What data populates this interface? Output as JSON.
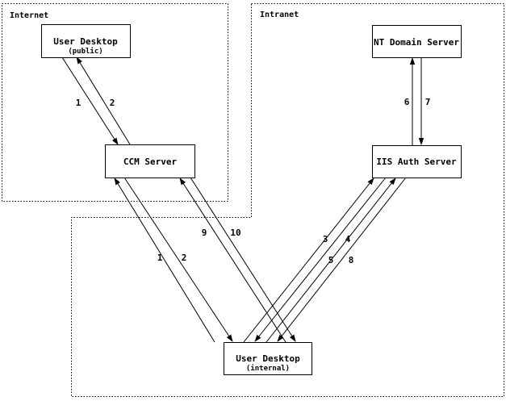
{
  "diagram": {
    "zones": {
      "internet": {
        "label": "Internet"
      },
      "intranet": {
        "label": "Intranet"
      }
    },
    "nodes": {
      "user_desktop_public": {
        "title": "User Desktop",
        "subtitle": "(public)"
      },
      "ccm_server": {
        "title": "CCM Server"
      },
      "nt_domain_server": {
        "title": "NT Domain Server"
      },
      "iis_auth_server": {
        "title": "IIS Auth Server"
      },
      "user_desktop_internal": {
        "title": "User Desktop",
        "subtitle": "(internal)"
      }
    },
    "edges": {
      "e1_top": {
        "label": "1",
        "from": "user_desktop_public",
        "to": "ccm_server"
      },
      "e2_top": {
        "label": "2",
        "from": "ccm_server",
        "to": "user_desktop_public"
      },
      "e6": {
        "label": "6",
        "from": "iis_auth_server",
        "to": "nt_domain_server"
      },
      "e7": {
        "label": "7",
        "from": "nt_domain_server",
        "to": "iis_auth_server"
      },
      "e1_bottom": {
        "label": "1",
        "from": "user_desktop_internal",
        "to": "ccm_server"
      },
      "e2_bottom": {
        "label": "2",
        "from": "ccm_server",
        "to": "user_desktop_internal"
      },
      "e9": {
        "label": "9",
        "from": "user_desktop_internal",
        "to": "ccm_server"
      },
      "e10": {
        "label": "10",
        "from": "ccm_server",
        "to": "user_desktop_internal"
      },
      "e3": {
        "label": "3",
        "from": "user_desktop_internal",
        "to": "iis_auth_server"
      },
      "e4": {
        "label": "4",
        "from": "iis_auth_server",
        "to": "user_desktop_internal"
      },
      "e5": {
        "label": "5",
        "from": "user_desktop_internal",
        "to": "iis_auth_server"
      },
      "e8": {
        "label": "8",
        "from": "iis_auth_server",
        "to": "user_desktop_internal"
      }
    },
    "colors": {
      "line": "#000000",
      "background": "#ffffff"
    }
  }
}
